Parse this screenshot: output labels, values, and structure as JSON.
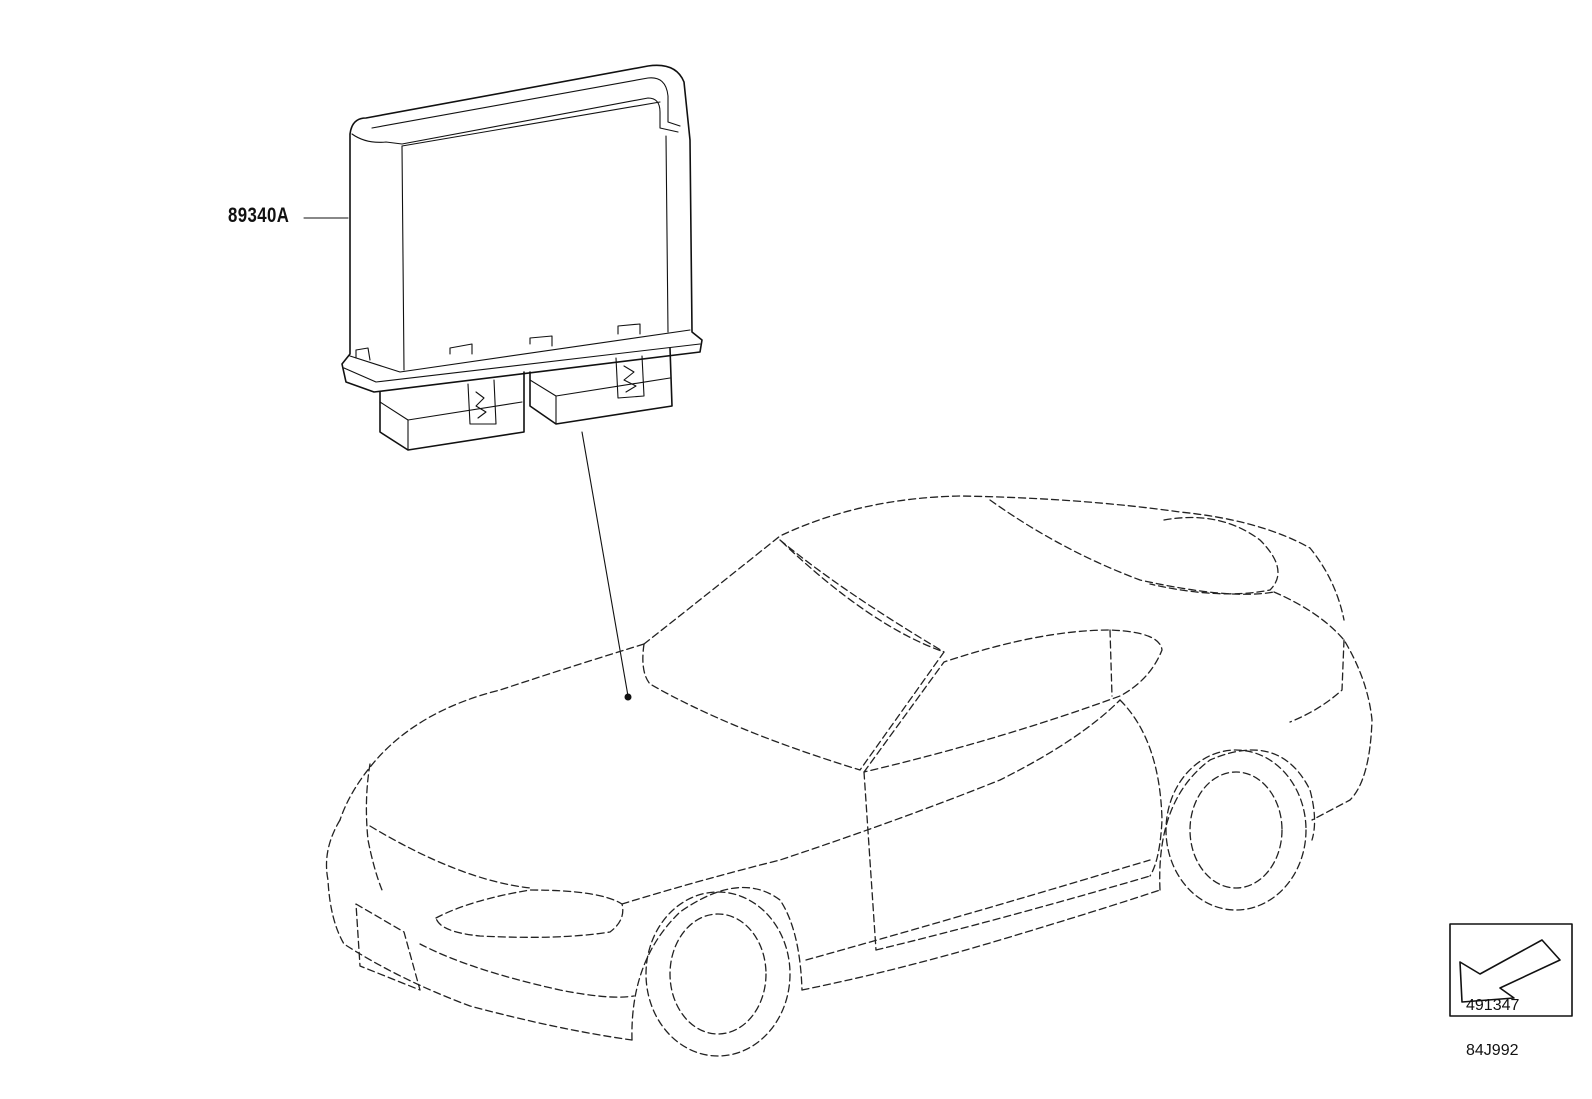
{
  "diagram": {
    "part_label": "89340A",
    "ref_number": "491347",
    "figure_code": "84J992",
    "part_name": "control-module",
    "icons": [
      "ecu-module-drawing",
      "vehicle-outline-drawing",
      "direction-arrow-icon"
    ],
    "colors": {
      "line": "#111111",
      "background": "#ffffff"
    }
  }
}
